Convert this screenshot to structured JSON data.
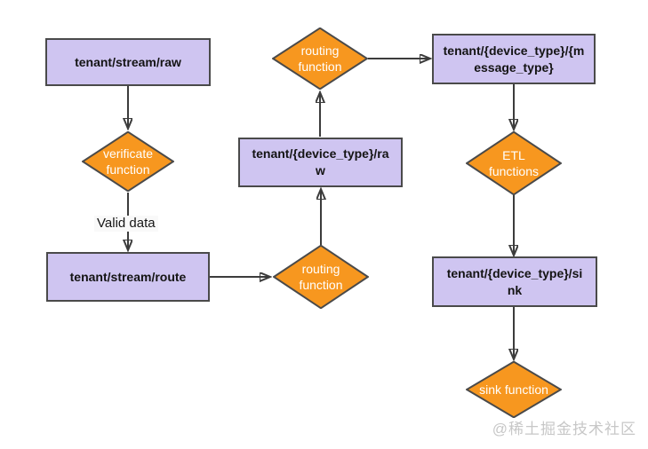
{
  "diagram": {
    "type": "flowchart",
    "colors": {
      "background": "#ffffff",
      "process_fill": "#cfc5f1",
      "process_border": "#4a4a4a",
      "process_text": "#141414",
      "decision_fill": "#f7971f",
      "decision_border": "#4a4a4a",
      "decision_text": "#ffffff",
      "arrow": "#3c3c3c",
      "watermark_text": "#c7c7c7"
    },
    "nodes": {
      "stream_raw": {
        "label": "tenant/stream/raw",
        "lines": [
          "tenant/stream/raw"
        ]
      },
      "verificate": {
        "label": "verificate function",
        "lines": [
          "verificate",
          "function"
        ]
      },
      "stream_route": {
        "label": "tenant/stream/route",
        "lines": [
          "tenant/stream/route"
        ]
      },
      "routing_lower": {
        "label": "routing function",
        "lines": [
          "routing",
          "function"
        ]
      },
      "device_raw": {
        "label": "tenant/{device_type}/raw",
        "lines": [
          "tenant/{device_type}/ra",
          "w"
        ]
      },
      "routing_upper": {
        "label": "routing function",
        "lines": [
          "routing",
          "function"
        ]
      },
      "device_message": {
        "label": "tenant/{device_type}/{message_type}",
        "lines": [
          "tenant/{device_type}/{m",
          "essage_type}"
        ]
      },
      "etl": {
        "label": "ETL functions",
        "lines": [
          "ETL",
          "functions"
        ]
      },
      "device_sink": {
        "label": "tenant/{device_type}/sink",
        "lines": [
          "tenant/{device_type}/si",
          "nk"
        ]
      },
      "sink": {
        "label": "sink function",
        "lines": [
          "sink function"
        ]
      }
    },
    "edge_label": "Valid data",
    "watermark": "@稀土掘金技术社区"
  }
}
